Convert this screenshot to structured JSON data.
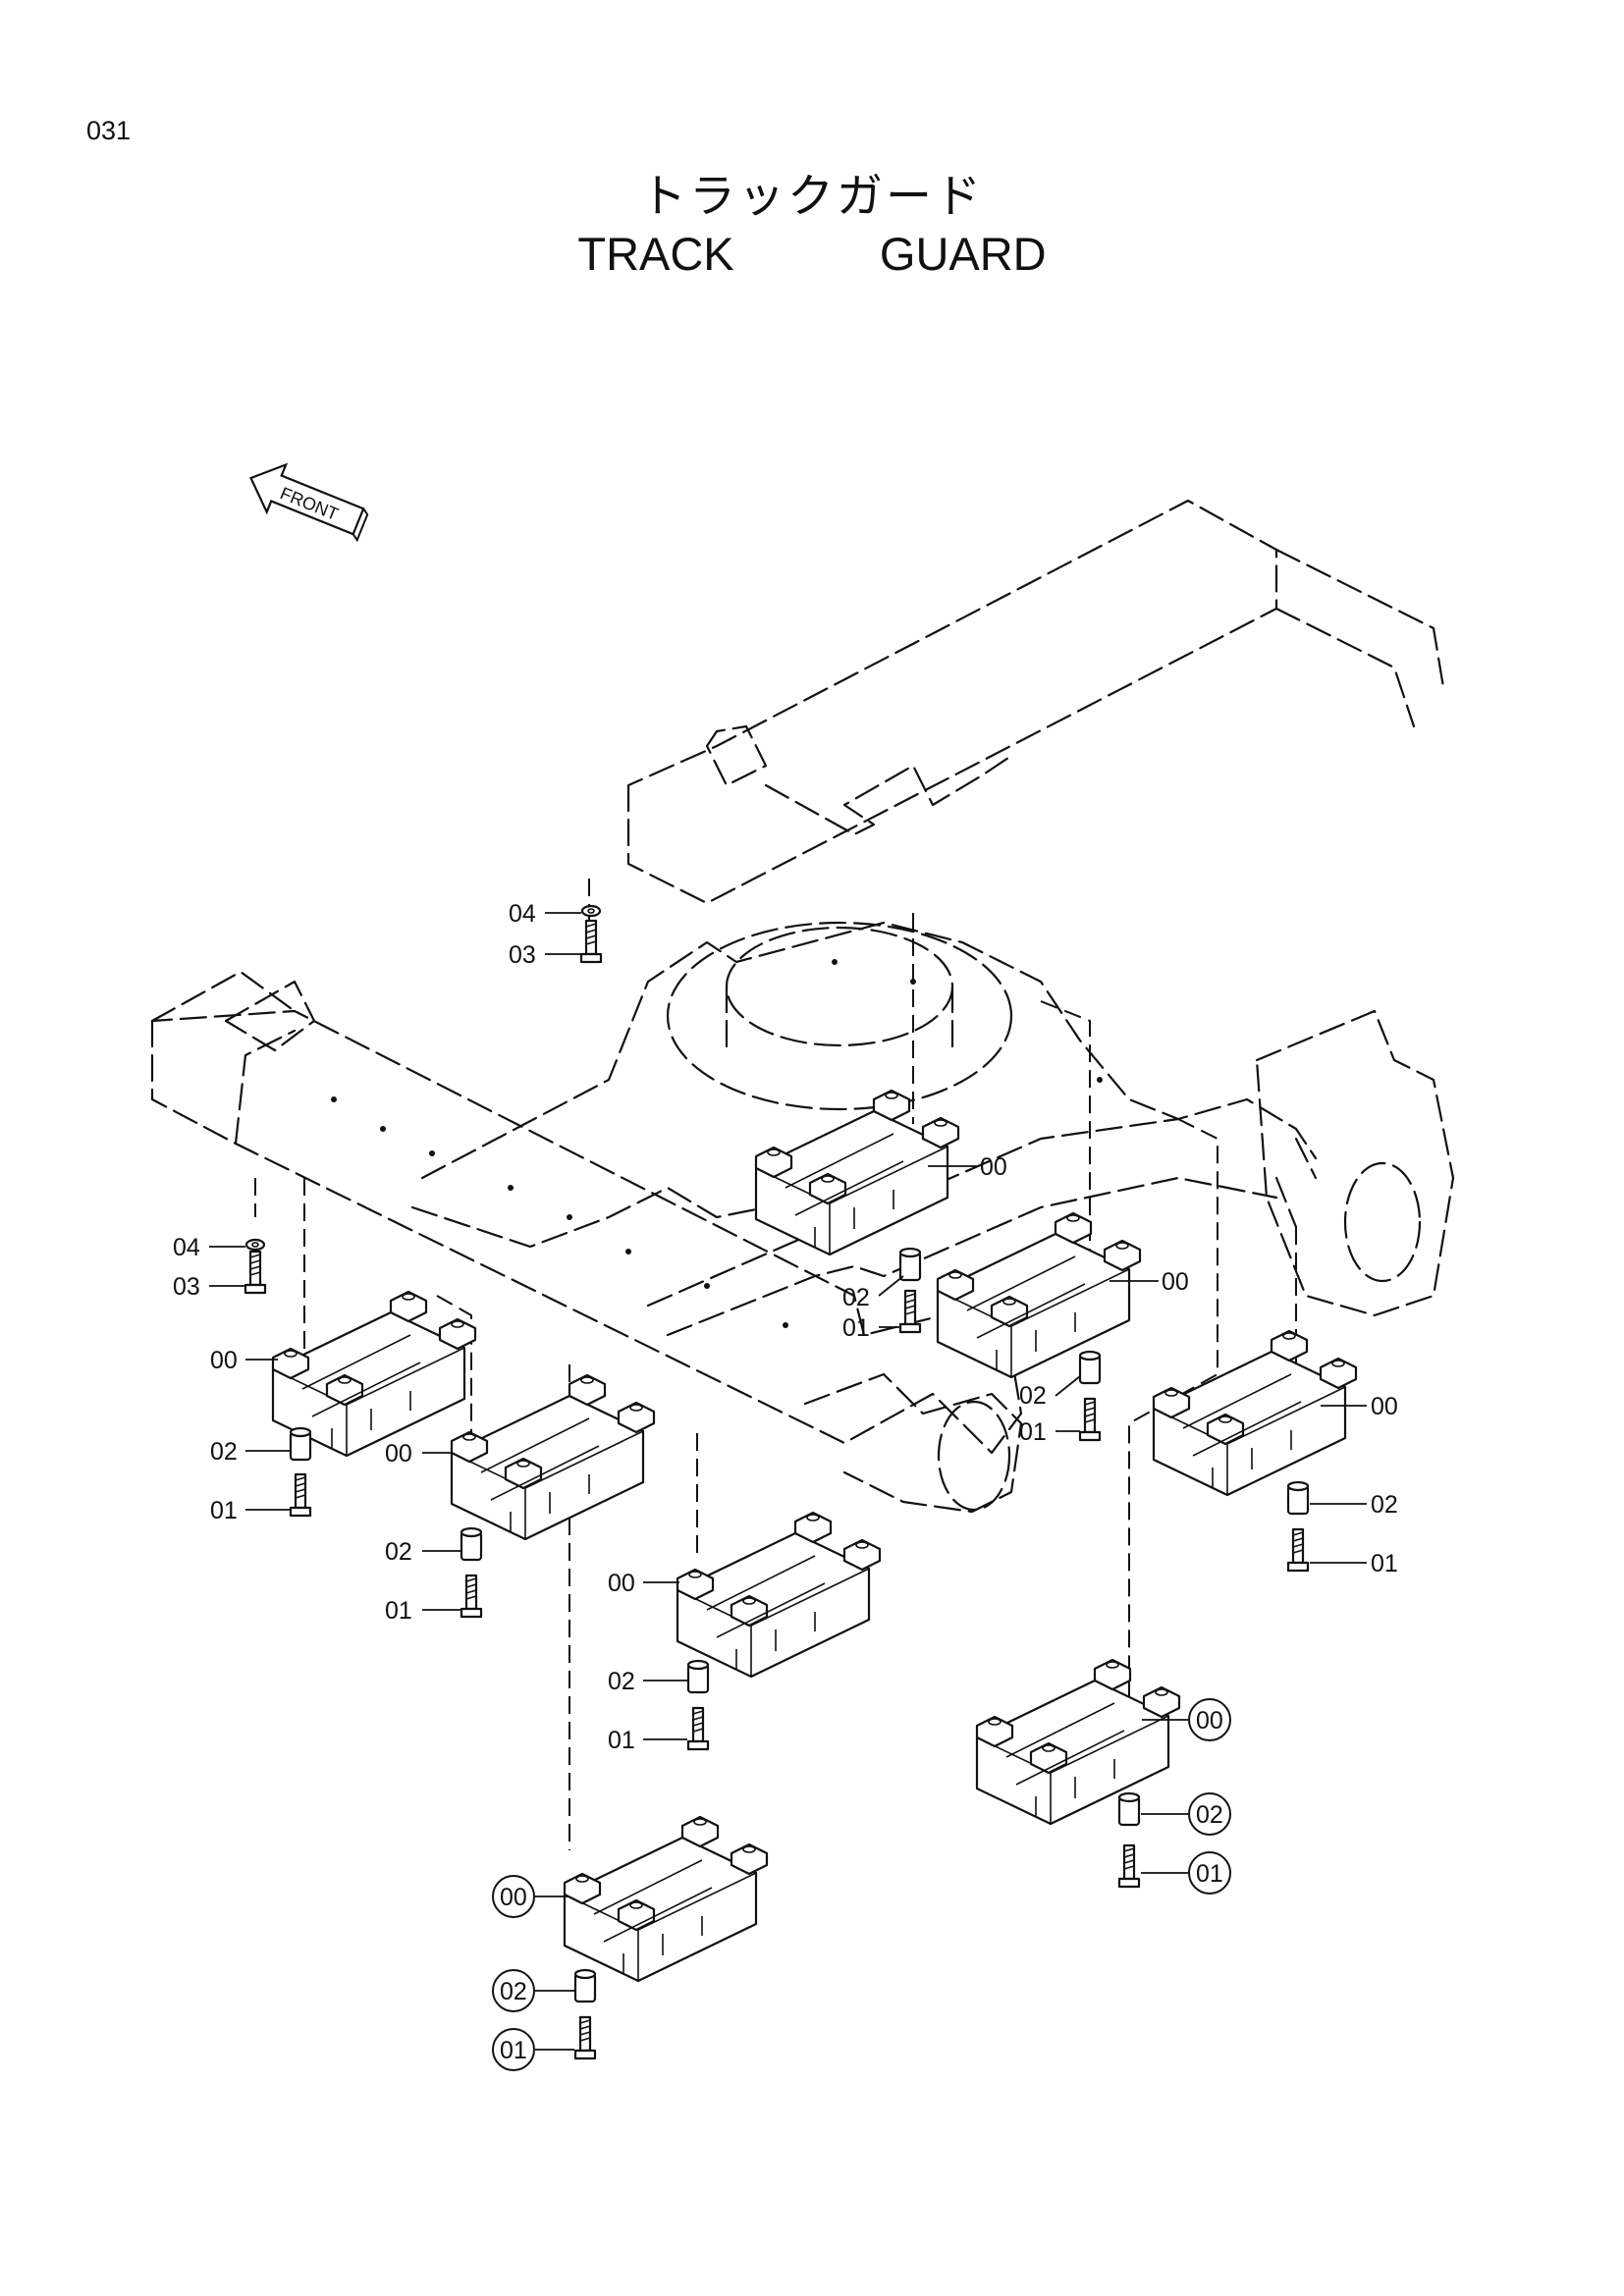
{
  "page_number": "031",
  "title": {
    "ja": "トラックガード",
    "en": "TRACK    GUARD"
  },
  "front_arrow": {
    "label": "FRONT",
    "icon": "front-direction-arrow-icon"
  },
  "callouts": [
    {
      "id": "c1",
      "label": "04",
      "circled": false
    },
    {
      "id": "c2",
      "label": "03",
      "circled": false
    },
    {
      "id": "c3",
      "label": "04",
      "circled": false
    },
    {
      "id": "c4",
      "label": "03",
      "circled": false
    },
    {
      "id": "c5",
      "label": "00",
      "circled": false
    },
    {
      "id": "c6",
      "label": "02",
      "circled": false
    },
    {
      "id": "c7",
      "label": "01",
      "circled": false
    },
    {
      "id": "c8",
      "label": "00",
      "circled": false
    },
    {
      "id": "c9",
      "label": "02",
      "circled": false
    },
    {
      "id": "c10",
      "label": "01",
      "circled": false
    },
    {
      "id": "c11",
      "label": "00",
      "circled": false
    },
    {
      "id": "c12",
      "label": "02",
      "circled": false
    },
    {
      "id": "c13",
      "label": "01",
      "circled": false
    },
    {
      "id": "c14",
      "label": "00",
      "circled": false
    },
    {
      "id": "c15",
      "label": "02",
      "circled": false
    },
    {
      "id": "c16",
      "label": "01",
      "circled": false
    },
    {
      "id": "c17",
      "label": "00",
      "circled": false
    },
    {
      "id": "c18",
      "label": "02",
      "circled": false
    },
    {
      "id": "c19",
      "label": "01",
      "circled": false
    },
    {
      "id": "c20",
      "label": "00",
      "circled": false
    },
    {
      "id": "c21",
      "label": "02",
      "circled": false
    },
    {
      "id": "c22",
      "label": "01",
      "circled": false
    },
    {
      "id": "c23",
      "label": "00",
      "circled": true
    },
    {
      "id": "c24",
      "label": "02",
      "circled": true
    },
    {
      "id": "c25",
      "label": "01",
      "circled": true
    },
    {
      "id": "c26",
      "label": "00",
      "circled": true
    },
    {
      "id": "c27",
      "label": "02",
      "circled": true
    },
    {
      "id": "c28",
      "label": "01",
      "circled": true
    }
  ]
}
